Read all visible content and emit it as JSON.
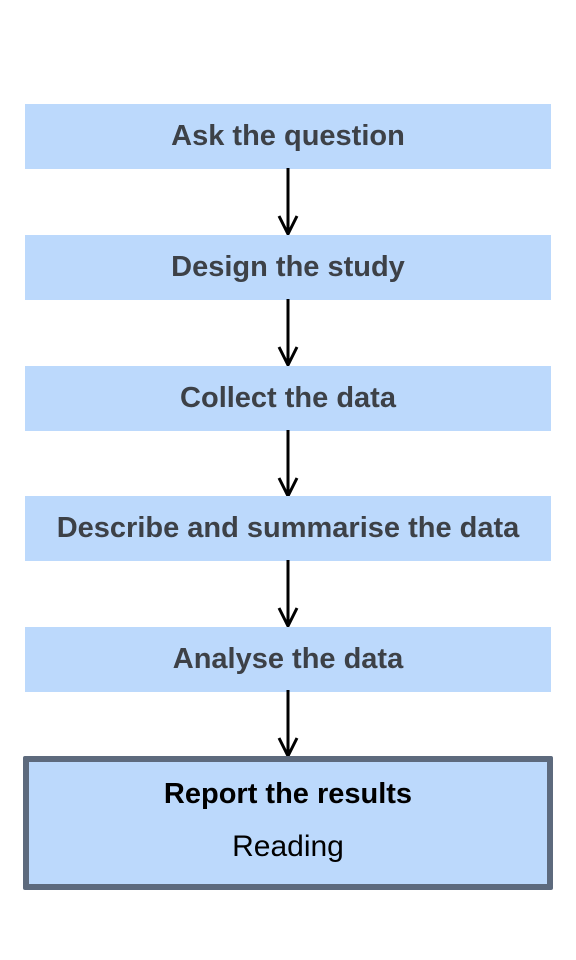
{
  "flowchart": {
    "steps": [
      {
        "label": "Ask the question"
      },
      {
        "label": "Design the study"
      },
      {
        "label": "Collect the data"
      },
      {
        "label": "Describe and summarise the data"
      },
      {
        "label": "Analyse the data"
      }
    ],
    "final_step": {
      "label": "Report the results",
      "sublabel": "Reading"
    }
  },
  "colors": {
    "box_fill": "#bcd9fc",
    "step_text": "#3d4147",
    "highlight_border": "#5d6a7d",
    "arrow": "#000000"
  }
}
